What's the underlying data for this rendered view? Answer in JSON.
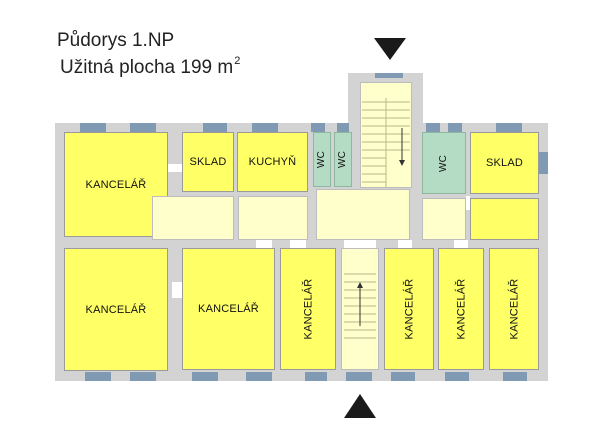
{
  "heading": {
    "title": "Půdorys 1.NP",
    "area_text": "Užitná plocha 199 m",
    "area_sup": "2"
  },
  "rooms": {
    "kancelar_tl": "KANCELÁŘ",
    "sklad_top": "SKLAD",
    "kuchyn": "KUCHYŇ",
    "wc1": "WC",
    "wc2": "WC",
    "wc3": "WC",
    "sklad_right": "SKLAD",
    "kancelar_bl": "KANCELÁŘ",
    "kancelar_b2": "KANCELÁŘ",
    "kancelar_b3": "KANCELÁŘ",
    "kancelar_b4": "KANCELÁŘ",
    "kancelar_b5": "KANCELÁŘ",
    "kancelar_b6": "KANCELÁŘ"
  },
  "colors": {
    "room": "#ffff66",
    "corridor": "#ffffcc",
    "wc": "#b4dcc4",
    "wall": "#d3d3d3",
    "window": "#7f9ab2",
    "arrow": "#1a1a1a"
  },
  "icons": {
    "entrance_top": "triangle-down-icon",
    "entrance_bottom": "triangle-up-icon"
  }
}
